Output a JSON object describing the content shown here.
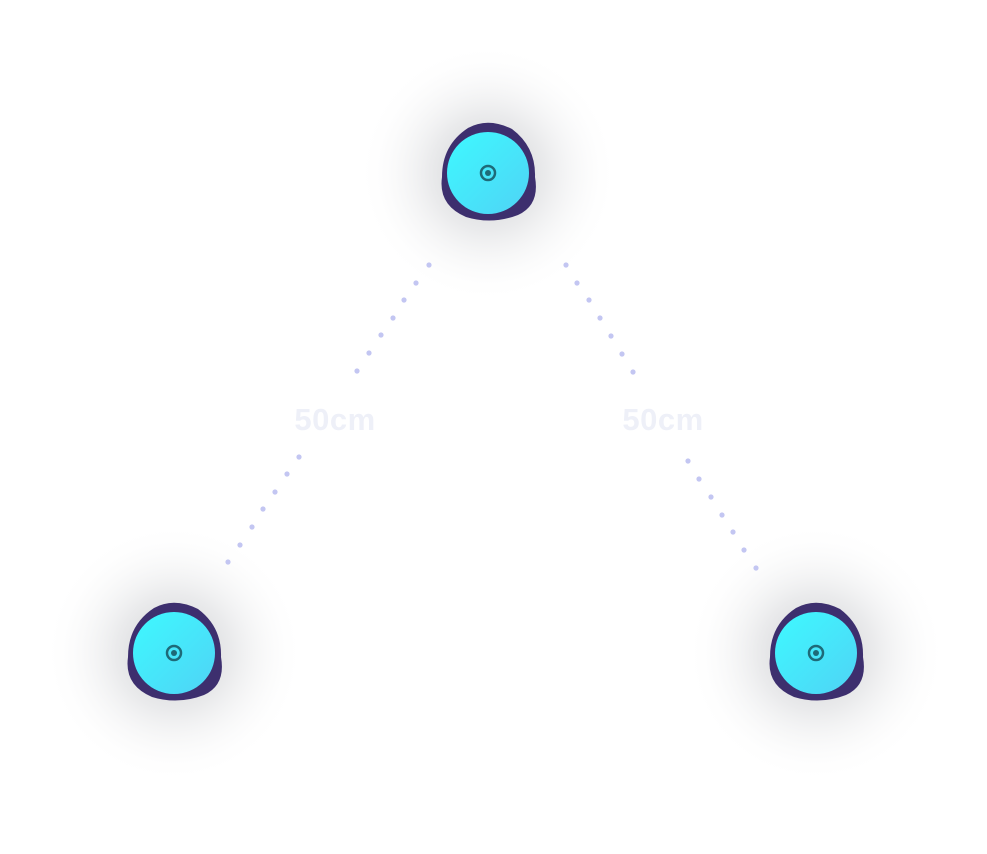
{
  "diagram": {
    "labels": {
      "left_distance": "50cm",
      "right_distance": "50cm"
    },
    "nodes": [
      {
        "id": "top",
        "icon": "sensor-node-icon"
      },
      {
        "id": "bottom-left",
        "icon": "sensor-node-icon"
      },
      {
        "id": "bottom-right",
        "icon": "sensor-node-icon"
      }
    ],
    "colors": {
      "node_fill_start": "#3ef9ff",
      "node_fill_end": "#4fd3f5",
      "node_shell": "#3d2f6e",
      "node_center": "#1e6a78",
      "dot_line": "#c3c6f2",
      "label": "#eef0f8",
      "glow": "#9ea0a6"
    }
  }
}
